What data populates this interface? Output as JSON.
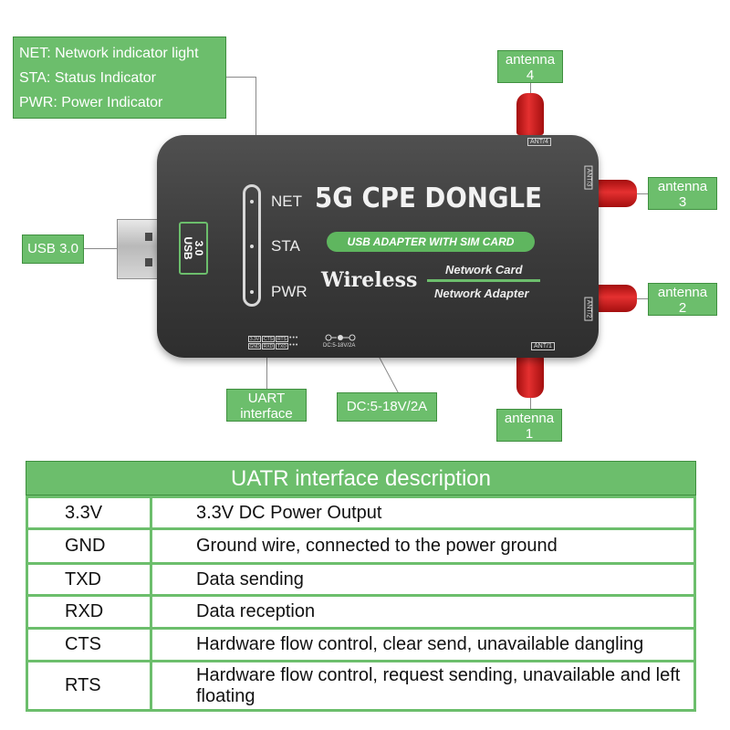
{
  "legend": {
    "net": "NET:  Network indicator light",
    "sta": "STA:  Status Indicator",
    "pwr": "PWR:  Power Indicator"
  },
  "callouts": {
    "antenna4": "antenna\n4",
    "antenna3": "antenna\n3",
    "antenna2": "antenna\n2",
    "antenna1": "antenna\n1",
    "usb": "USB 3.0",
    "uart": "UART\ninterface",
    "dc": "DC:5-18V/2A"
  },
  "device": {
    "usb_label": "3.0\nUSB",
    "led_net": "NET",
    "led_sta": "STA",
    "led_pwr": "PWR",
    "brand": "5G CPE DONGLE",
    "subtitle": "USB ADAPTER WITH SIM CARD",
    "wireless": "Wireless",
    "network_card": "Network Card",
    "network_adapter": "Network Adapter",
    "pins_top": [
      "3.3V",
      "CTS",
      "RTS"
    ],
    "pins_bottom": [
      "GND",
      "RXD",
      "TXD"
    ],
    "dc_small": "DC:5-18V/2A",
    "ant_tags": [
      "ANT/4",
      "ANT/3",
      "ANT/2",
      "ANT/1"
    ]
  },
  "table": {
    "title": "UATR interface description",
    "rows": [
      {
        "pin": "3.3V",
        "desc": "3.3V DC Power Output"
      },
      {
        "pin": "GND",
        "desc": "Ground wire, connected to the power ground"
      },
      {
        "pin": "TXD",
        "desc": "Data sending"
      },
      {
        "pin": "RXD",
        "desc": "Data reception"
      },
      {
        "pin": "CTS",
        "desc": "Hardware flow control, clear send, unavailable dangling"
      },
      {
        "pin": "RTS",
        "desc": "Hardware flow control, request sending, unavailable and left floating"
      }
    ]
  },
  "colors": {
    "accent_green": "#6cbe6c",
    "device_body": "#3a3a3a",
    "antenna_red": "#e53030"
  }
}
